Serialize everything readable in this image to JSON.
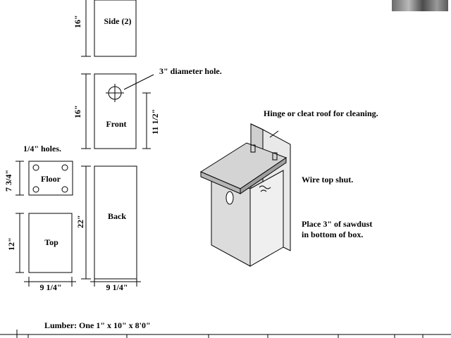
{
  "pieces": {
    "side": "Side (2)",
    "front": "Front",
    "floor": "Floor",
    "top": "Top",
    "back": "Back"
  },
  "dimensions": {
    "side_height": "16\"",
    "front_height": "16\"",
    "front_inner": "11 1/2\"",
    "floor_height": "7 3/4\"",
    "top_height": "12\"",
    "back_height": "22\"",
    "left_width": "9 1/4\"",
    "right_width": "9 1/4\""
  },
  "notes": {
    "hole": "3\" diameter hole.",
    "quarter_holes": "1/4\" holes.",
    "hinge": "Hinge or cleat roof for cleaning.",
    "wire": "Wire top shut.",
    "sawdust_line1": "Place 3\" of sawdust",
    "sawdust_line2": "in bottom of box.",
    "lumber": "Lumber:  One 1\" x 10\" x 8'0\""
  }
}
